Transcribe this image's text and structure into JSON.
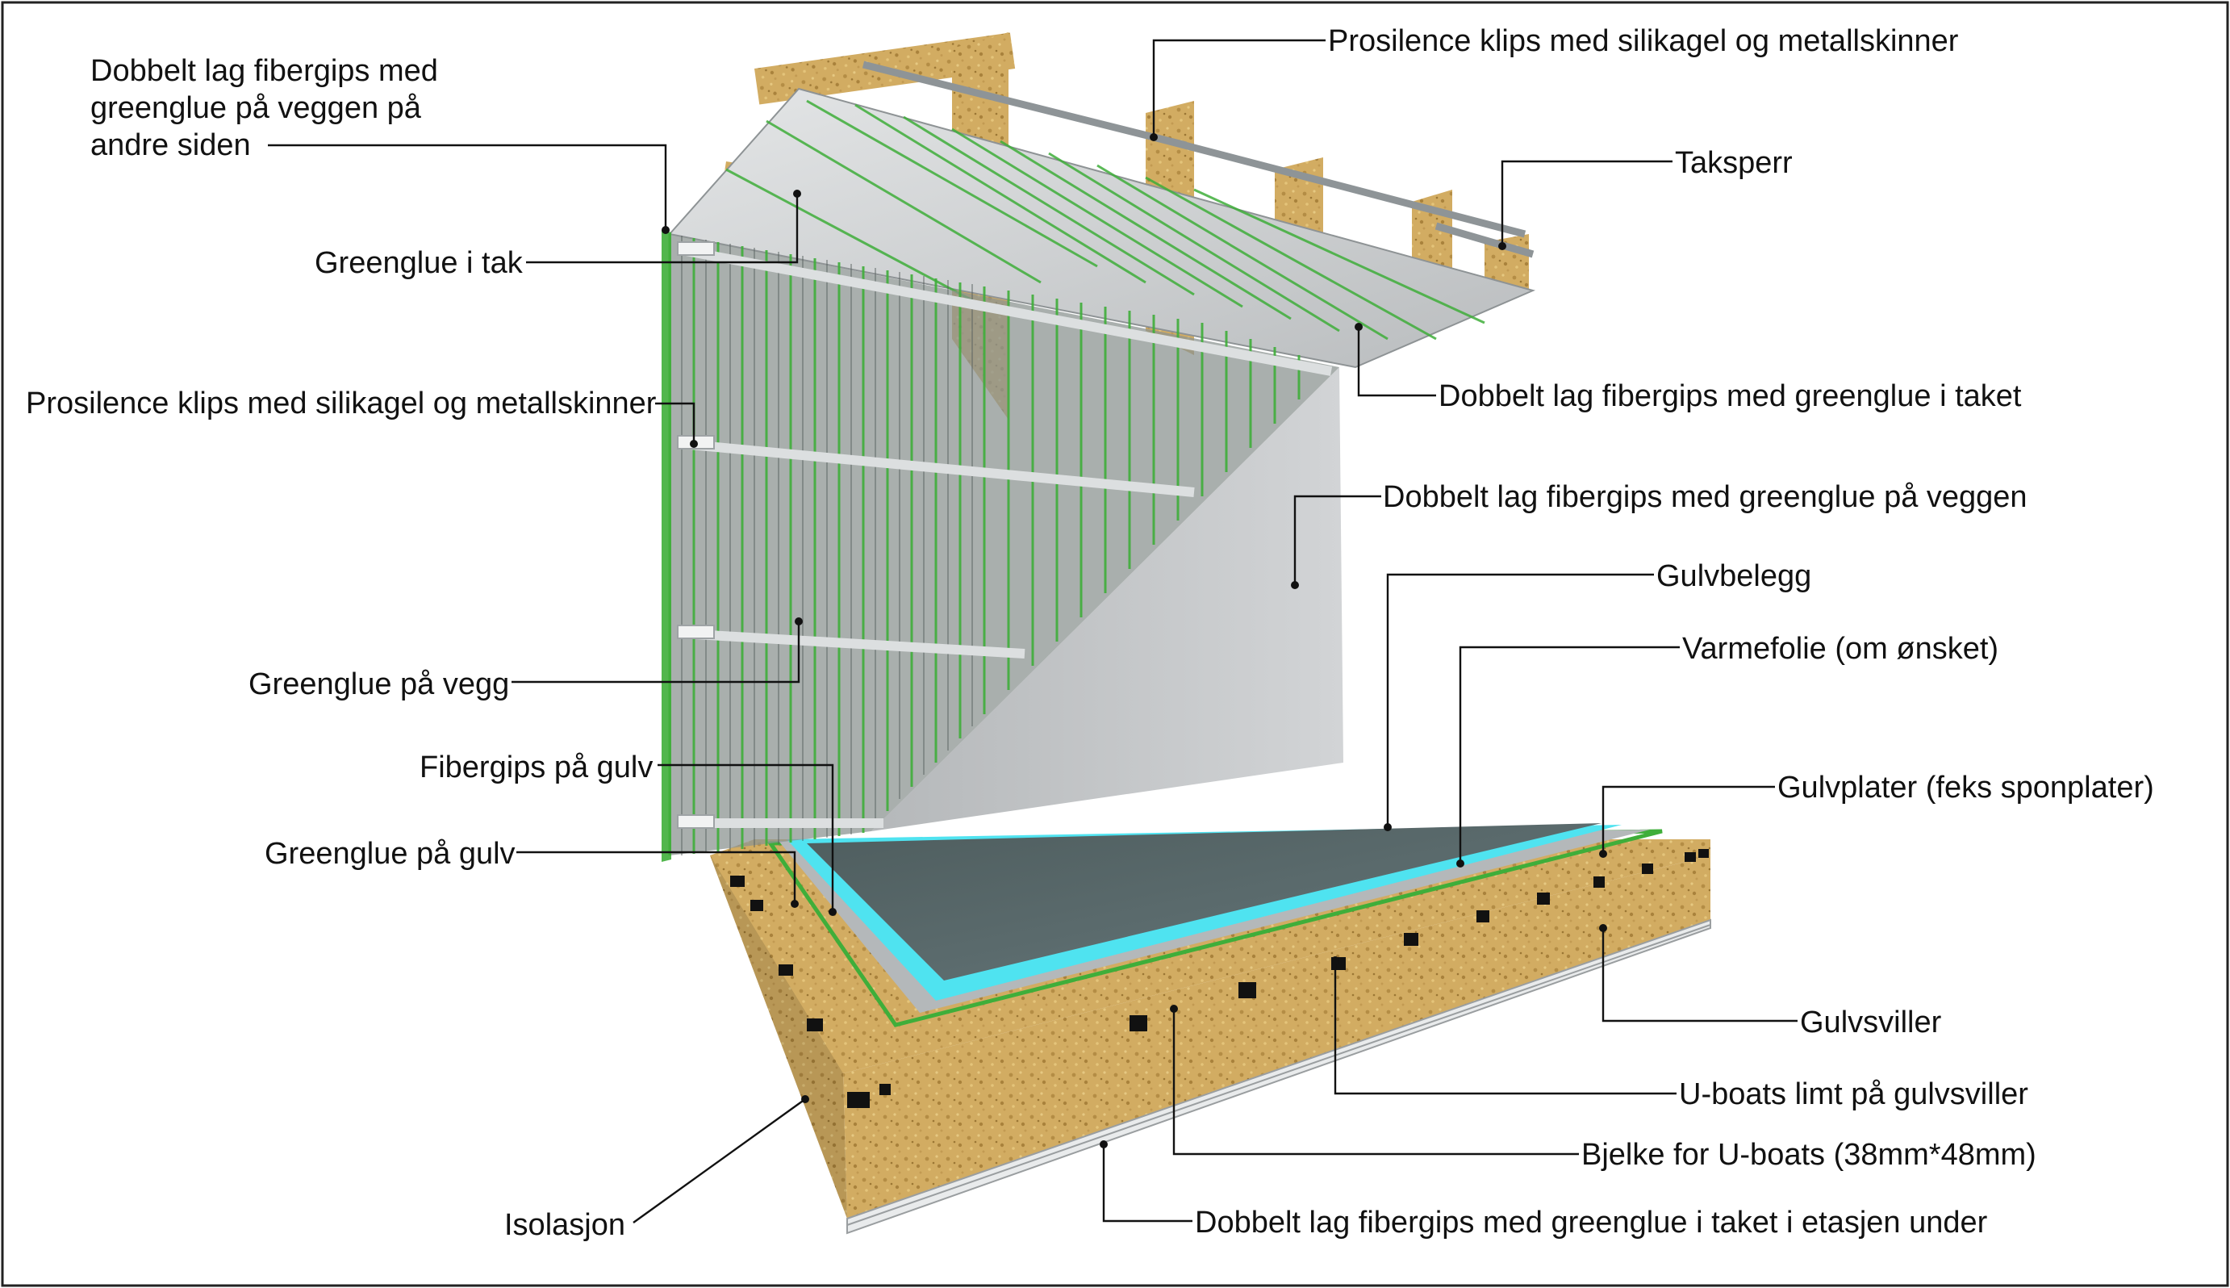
{
  "colors": {
    "osb": "#d2ac62",
    "osb_dark": "#a9823c",
    "greenglue": "#3fae3a",
    "fibergips": "#9fa3a5",
    "wall_panel": "#c5c7c9",
    "floor_cover": "#5a6a6b",
    "heat_foil": "#4fe3f0",
    "u_boat": "#111111"
  },
  "labels": {
    "wall_other_side_1": "Dobbelt lag fibergips med",
    "wall_other_side_2": "greenglue på veggen på",
    "wall_other_side_3": "andre siden",
    "greenglue_ceiling": "Greenglue i tak",
    "clips_wall": "Prosilence klips med silikagel og metallskinner",
    "greenglue_wall": "Greenglue på vegg",
    "fibergips_floor": "Fibergips på gulv",
    "greenglue_floor": "Greenglue på gulv",
    "insulation": "Isolasjon",
    "clips_roof": "Prosilence klips med silikagel og metallskinner",
    "rafter": "Taksperr",
    "ceiling_double": "Dobbelt lag fibergips med greenglue i taket",
    "wall_double": "Dobbelt lag fibergips med greenglue på veggen",
    "floor_cover": "Gulvbelegg",
    "heat_foil": "Varmefolie (om ønsket)",
    "floor_boards": "Gulvplater (feks sponplater)",
    "floor_sills": "Gulvsviller",
    "u_boats": "U-boats limt på gulvsviller",
    "beam": "Bjelke for U-boats (38mm*48mm)",
    "ceiling_below": "Dobbelt lag fibergips med greenglue i taket i etasjen under"
  }
}
